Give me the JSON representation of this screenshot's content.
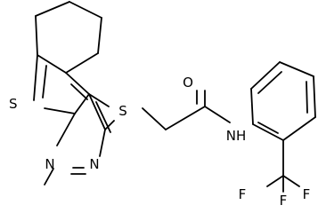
{
  "molecule": {
    "atoms": {
      "s_thiophene": "S",
      "s_thioether": "S",
      "n_pyrimidine_1": "N",
      "n_pyrimidine_3": "N",
      "o_carbonyl": "O",
      "nh_amide": "NH",
      "f_1": "F",
      "f_2": "F",
      "f_3": "F"
    }
  }
}
